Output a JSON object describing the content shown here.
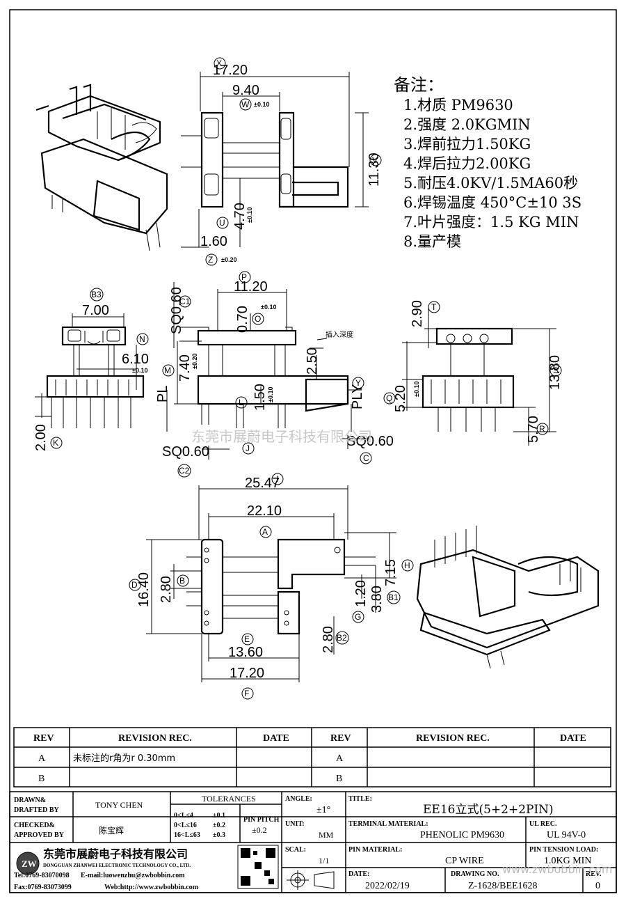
{
  "notes": {
    "heading": "备注：",
    "items": [
      "1.材质 PM9630",
      "2.强度 2.0KGMIN",
      "3.焊前拉力1.50KG",
      "4.焊后拉力2.00KG",
      "5.耐压4.0KV/1.5MA60秒",
      "6.焊锡温度 450°C±10   3S",
      "7.叶片强度：1.5 KG MIN",
      "8.量产模"
    ]
  },
  "dimensions": {
    "top_view": {
      "x": "17.20",
      "x_tag": "X",
      "w": "9.40",
      "w_tag": "W",
      "w_tol": "±0.10",
      "v": "11.30",
      "v_tag": "V",
      "u": "4.70",
      "u_tag": "U",
      "u_tol": "±0.10",
      "z": "1.60",
      "z_tag": "Z",
      "z_tol": "±0.20"
    },
    "side_view_left": {
      "b3": "7.00",
      "b3_tag": "B3",
      "n": "6.10",
      "n_tag": "N",
      "n_tol": "±0.10",
      "k": "2.00",
      "k_tag": "K"
    },
    "front_view": {
      "p": "11.20",
      "p_tag": "P",
      "o": "0.70",
      "o_tag": "O",
      "o_tol": "±0.10",
      "c1": "SQ0.60",
      "c1_tag": "C1",
      "m": "7.40",
      "m_tag": "M",
      "m_tol": "±0.20",
      "insert_depth_label": "插入深度",
      "insert_depth": "2.50",
      "l": "1.50",
      "l_tag": "L",
      "l_tol": "±0.10",
      "pl": "PL",
      "ply": "PLY",
      "j_tag": "J",
      "c2": "SQ0.60",
      "c2_tag": "C2",
      "c": "SQ0.60",
      "c_tag": "C"
    },
    "side_view_right": {
      "t": "2.90",
      "t_tag": "T",
      "s": "13.80",
      "s_tag": "S",
      "q": "5.20",
      "q_tag": "Q",
      "q_tol": "±0.10",
      "r": "5.70",
      "r_tag": "R"
    },
    "bottom_view": {
      "i": "25.47",
      "i_tag": "I",
      "a": "22.10",
      "a_tag": "A",
      "h": "7.15",
      "h_tag": "H",
      "d": "16.40",
      "d_tag": "D",
      "b": "2.80",
      "b_tag": "B",
      "g": "1.20",
      "g_tag": "G",
      "b1": "3.80",
      "b1_tag": "B1",
      "e": "13.60",
      "e_tag": "E",
      "b2": "2.80",
      "b2_tag": "B2",
      "f": "17.20",
      "f_tag": "F"
    }
  },
  "watermark": "东莞市展蔚电子科技有限公司",
  "watermark2": "www.zwbobbin.com",
  "revision_table": {
    "headers": [
      "REV",
      "REVISION REC.",
      "DATE",
      "REV",
      "REVISION REC.",
      "DATE"
    ],
    "rows": [
      {
        "rev": "A",
        "rec": "未标注的r角为r 0.30mm",
        "date": "",
        "rev2": "A",
        "rec2": "",
        "date2": ""
      },
      {
        "rev": "B",
        "rec": "",
        "date": "",
        "rev2": "B",
        "rec2": "",
        "date2": ""
      }
    ]
  },
  "title_block": {
    "drawn_label": "DRAWN&\nDRAFTED BY",
    "drawn_value": "TONY CHEN",
    "checked_label": "CHECKED&\nAPPROVED BY",
    "checked_value": "陈宝辉",
    "tolerances_label": "TOLERANCES",
    "tol_rows": [
      {
        "range": "0<L≤4",
        "value": "±0.1"
      },
      {
        "range": "0<L≤16",
        "value": "±0.2"
      },
      {
        "range": "16<L≤63",
        "value": "±0.3"
      }
    ],
    "pin_pitch_label": "PIN PITCH",
    "pin_pitch_value": "±0.2",
    "angle_label": "ANGLE:",
    "angle_value": "±1°",
    "unit_label": "UNIT:",
    "unit_value": "MM",
    "scale_label": "SCAL:",
    "scale_value": "1/1",
    "title_label": "TITLE:",
    "title_value": "EE16立式(5+2+2PIN)",
    "terminal_label": "TERMINAL MATERIAL:",
    "terminal_value": "PHENOLIC PM9630",
    "ul_label": "UL REC.",
    "ul_value": "UL 94V-0",
    "pin_material_label": "PIN MATERIAL:",
    "pin_material_value": "CP WIRE",
    "pin_tension_label": "PIN TENSION LOAD:",
    "pin_tension_value": "1.0KG MIN",
    "date_label": "DATE:",
    "date_value": "2022/02/19",
    "drawing_no_label": "DRAWING NO.",
    "drawing_no_value": "Z-1628/BEE1628",
    "rev_label": "REV.",
    "rev_value": "0",
    "company_cn": "东莞市展蔚电子科技有限公司",
    "company_en": "DONGGUAN ZHANWEI ELECTRONIC TECHNOLOGY CO., LTD.",
    "tel": "Tel:0769-83070098",
    "email": "E-mail:luowenzhu@zwbobbin.com",
    "fax": "Fax:0769-83073099",
    "web": "Web:http://www.zwbobbin.com",
    "logo_text": "ZW"
  }
}
